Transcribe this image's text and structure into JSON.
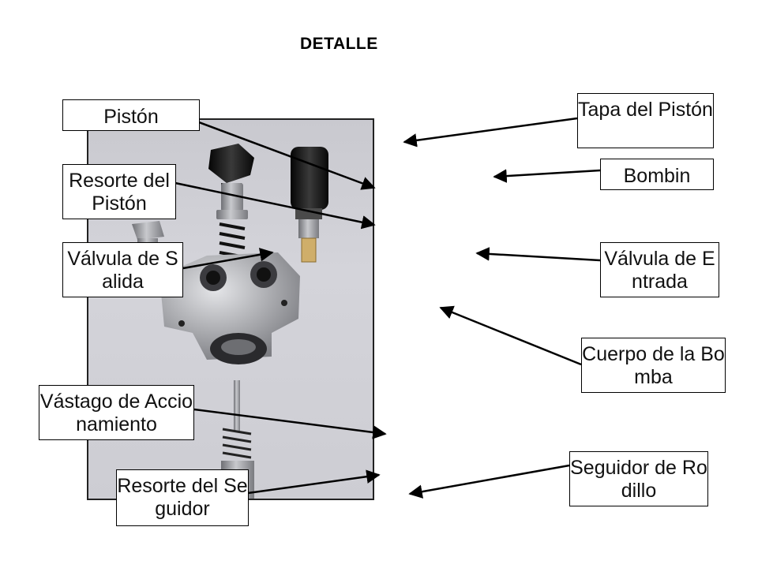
{
  "title": "DETALLE",
  "labels": {
    "piston": "Pistón",
    "resorte_piston": "Resorte del Pistón",
    "valvula_salida": "Válvula de Salida",
    "vastago": "Vástago de Accionamiento",
    "resorte_seguidor": "Resorte del Seguidor",
    "tapa_piston": "Tapa del Pistón",
    "bombin": "Bombin",
    "valvula_entrada": "Válvula de Entrada",
    "cuerpo_bomba": "Cuerpo de la Bomba",
    "seguidor_rodillo": "Seguidor de Rodillo"
  },
  "colors": {
    "arrow": "#000000",
    "box_border": "#000000",
    "photo_background": "#cfcfd5",
    "metal": "#a9aaae",
    "black_part": "#1a1a1a",
    "brass": "#c9a35a"
  }
}
